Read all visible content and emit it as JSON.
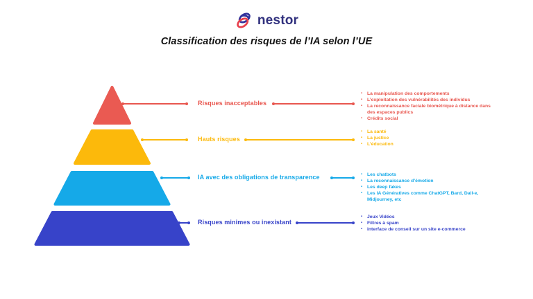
{
  "logo": {
    "brand": "nestor",
    "icon": "knot-icon",
    "colors": {
      "blue": "#32329B",
      "red": "#E8414D",
      "wordmark": "#31317E"
    }
  },
  "title": "Classification des risques de l’IA selon l’UE",
  "levels": [
    {
      "label": "Risques inacceptables",
      "color": "#EA5A52",
      "items": [
        "La manipulation des comportements",
        "L’exploitation des vulnérabilités des individus",
        "La reconnaissance faciale biométrique à distance dans des espaces publics",
        "Crédits social"
      ]
    },
    {
      "label": "Hauts risques",
      "color": "#FCB90B",
      "items": [
        "La santé",
        "La justice",
        "L’éducation"
      ]
    },
    {
      "label": "IA avec des obligations de transparence",
      "color": "#15A9E8",
      "items": [
        "Les chatbots",
        "La reconnaissance d’émotion",
        "Les deep fakes",
        "Les IA Génératives comme ChatGPT, Bard, Dall-e, Midjourney, etc"
      ]
    },
    {
      "label": "Risques minimes ou inexistant",
      "color": "#3743C9",
      "items": [
        "Jeux Vidéos",
        "Filtres à spam",
        "interface de conseil sur un site e-commerce"
      ]
    }
  ]
}
